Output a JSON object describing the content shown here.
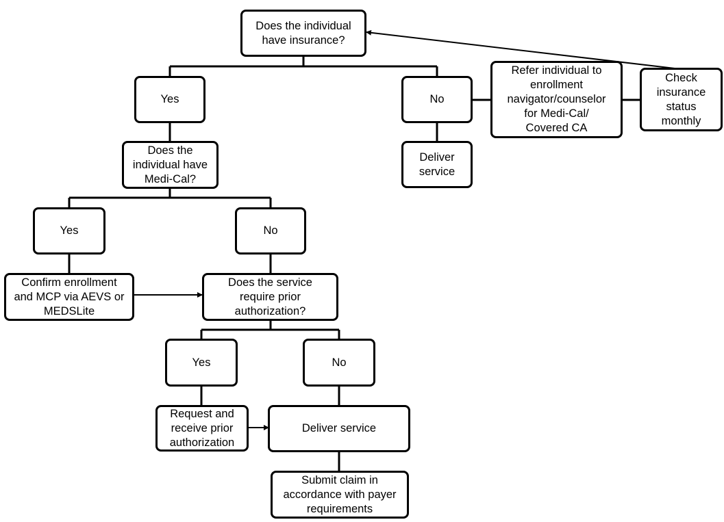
{
  "diagram": {
    "type": "flowchart",
    "nodes": {
      "q_insurance": "Does the individual\nhave insurance?",
      "yes_insurance": "Yes",
      "no_insurance": "No",
      "refer_navigator": "Refer individual to\nenrollment\nnavigator/counselor\nfor Medi-Cal/\nCovered CA",
      "check_monthly": "Check\ninsurance\nstatus\nmonthly",
      "deliver_service_uninsured": "Deliver\nservice",
      "q_medical": "Does the\nindividual have\nMedi-Cal?",
      "yes_medical": "Yes",
      "no_medical": "No",
      "confirm_enrollment": "Confirm enrollment\nand MCP via AEVS or\nMEDSLite",
      "q_prior_auth": "Does the service\nrequire prior\nauthorization?",
      "yes_prior_auth": "Yes",
      "no_prior_auth": "No",
      "request_auth": "Request and\nreceive prior\nauthorization",
      "deliver_service": "Deliver service",
      "submit_claim": "Submit claim in\naccordance with payer\nrequirements"
    },
    "edges": [
      [
        "q_insurance",
        "yes_insurance"
      ],
      [
        "q_insurance",
        "no_insurance"
      ],
      [
        "no_insurance",
        "refer_navigator"
      ],
      [
        "refer_navigator",
        "check_monthly"
      ],
      [
        "check_monthly",
        "q_insurance",
        "arrow"
      ],
      [
        "no_insurance",
        "deliver_service_uninsured"
      ],
      [
        "yes_insurance",
        "q_medical"
      ],
      [
        "q_medical",
        "yes_medical"
      ],
      [
        "q_medical",
        "no_medical"
      ],
      [
        "yes_medical",
        "confirm_enrollment"
      ],
      [
        "confirm_enrollment",
        "q_prior_auth",
        "arrow"
      ],
      [
        "no_medical",
        "q_prior_auth"
      ],
      [
        "q_prior_auth",
        "yes_prior_auth"
      ],
      [
        "q_prior_auth",
        "no_prior_auth"
      ],
      [
        "yes_prior_auth",
        "request_auth"
      ],
      [
        "request_auth",
        "deliver_service",
        "arrow"
      ],
      [
        "no_prior_auth",
        "deliver_service"
      ],
      [
        "deliver_service",
        "submit_claim"
      ]
    ]
  }
}
